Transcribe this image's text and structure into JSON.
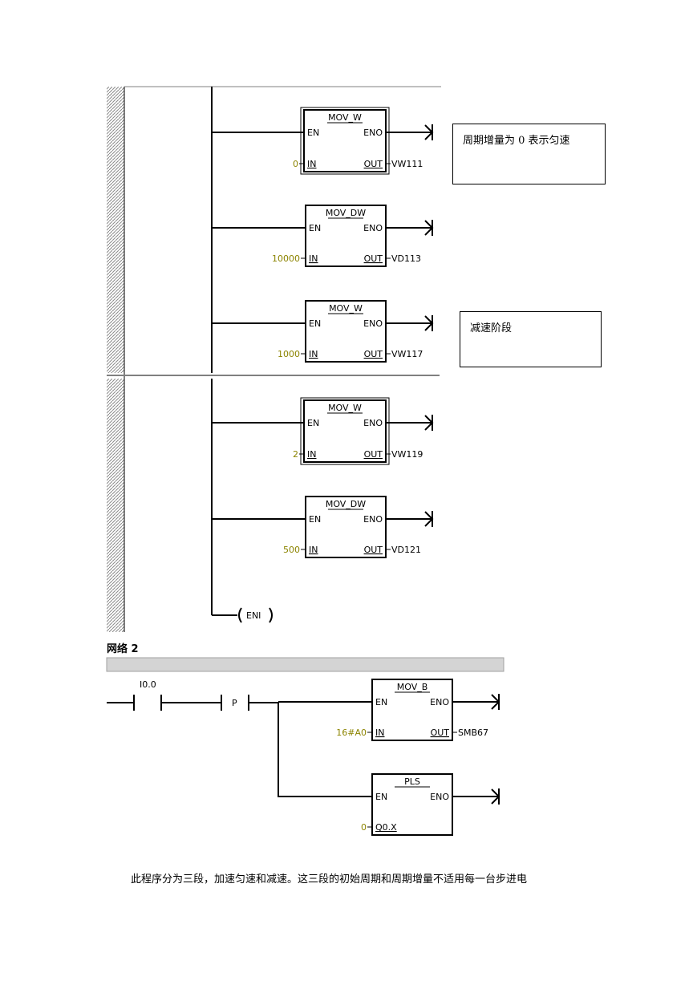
{
  "notes": {
    "note1": "周期增量为 0 表示匀速",
    "note2": "减速阶段"
  },
  "network2_label": "网络 2",
  "body_text": "此程序分为三段，加速匀速和减速。这三段的初始周期和周期增量不适用每一台步进电",
  "blocks": [
    {
      "name": "MOV_W",
      "en": "EN",
      "eno": "ENO",
      "in_label": "IN",
      "out_label": "OUT",
      "in_value": "0",
      "out_value": "VW111"
    },
    {
      "name": "MOV_DW",
      "en": "EN",
      "eno": "ENO",
      "in_label": "IN",
      "out_label": "OUT",
      "in_value": "10000",
      "out_value": "VD113"
    },
    {
      "name": "MOV_W",
      "en": "EN",
      "eno": "ENO",
      "in_label": "IN",
      "out_label": "OUT",
      "in_value": "1000",
      "out_value": "VW117"
    },
    {
      "name": "MOV_W",
      "en": "EN",
      "eno": "ENO",
      "in_label": "IN",
      "out_label": "OUT",
      "in_value": "2",
      "out_value": "VW119"
    },
    {
      "name": "MOV_DW",
      "en": "EN",
      "eno": "ENO",
      "in_label": "IN",
      "out_label": "OUT",
      "in_value": "500",
      "out_value": "VD121"
    },
    {
      "name": "MOV_B",
      "en": "EN",
      "eno": "ENO",
      "in_label": "IN",
      "out_label": "OUT",
      "in_value": "16#A0",
      "out_value": "SMB67"
    },
    {
      "name": "PLS",
      "en": "EN",
      "eno": "ENO",
      "in_label": "Q0.X",
      "out_label": "",
      "in_value": "0",
      "out_value": ""
    }
  ],
  "coil": "ENI",
  "contact": {
    "address": "I0.0",
    "edge": "P"
  },
  "colors": {
    "value": "#8c8400",
    "line": "#000000",
    "rail_hatch": "#9a9a9a",
    "header_bar": "#d4d4d4"
  }
}
